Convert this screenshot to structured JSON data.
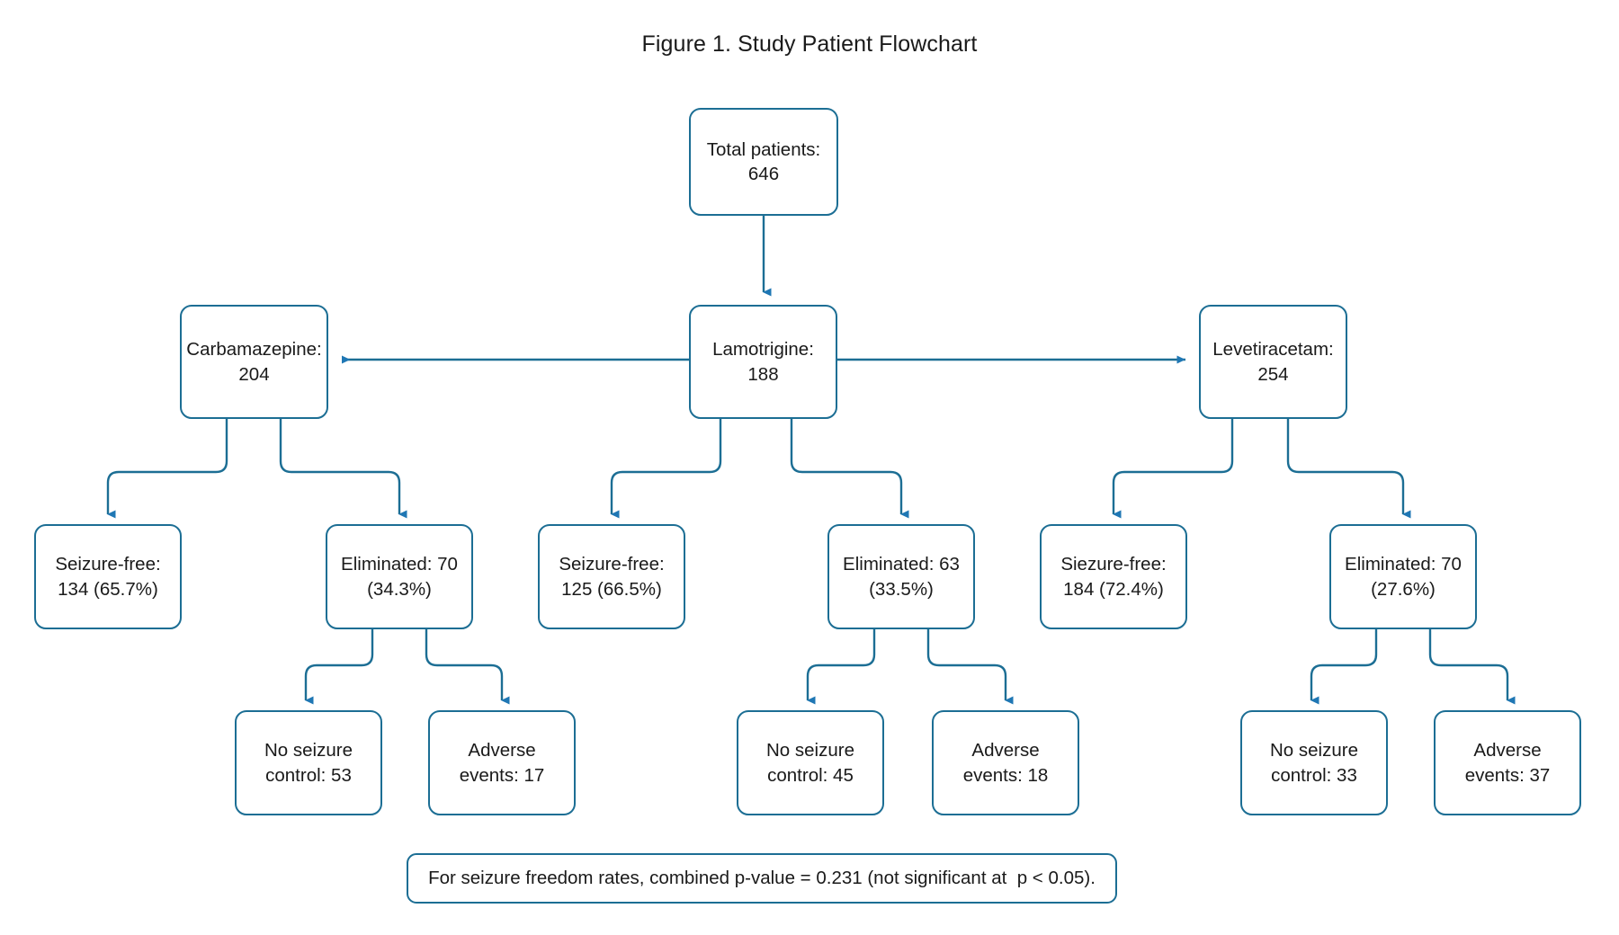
{
  "figure": {
    "title": "Figure 1. Study Patient Flowchart",
    "accent_border_color": "#1c6e94",
    "accent_arrow_color": "#1f77b4",
    "background_color": "#ffffff",
    "text_color": "#1a1a1a"
  },
  "nodes": {
    "root": {
      "label": "Total patients:\n646",
      "line1": "Total patients:",
      "line2": "646",
      "count": 646
    },
    "arm_carbamazepine": {
      "label": "Carbamazepine:\n204",
      "drug": "Carbamazepine",
      "count": 204
    },
    "arm_lamotrigine": {
      "label": "Lamotrigine:\n188",
      "drug": "Lamotrigine",
      "count": 188
    },
    "arm_levetiracetam": {
      "label": "Levetiracetam:\n254",
      "drug": "Levetiracetam",
      "count": 254
    },
    "cbz_seizure_free": {
      "label": "Seizure-free:\n134 (65.7%)",
      "count": 134,
      "percent": "65.7%"
    },
    "cbz_eliminated": {
      "label": "Eliminated: 70\n(34.3%)",
      "count": 70,
      "percent": "34.3%"
    },
    "ltg_seizure_free": {
      "label": "Seizure-free:\n125 (66.5%)",
      "count": 125,
      "percent": "66.5%"
    },
    "ltg_eliminated": {
      "label": "Eliminated: 63\n(33.5%)",
      "count": 63,
      "percent": "33.5%"
    },
    "lev_seizure_free": {
      "label": "Siezure-free:\n184 (72.4%)",
      "count": 184,
      "percent": "72.4%"
    },
    "lev_eliminated": {
      "label": "Eliminated: 70\n(27.6%)",
      "count": 70,
      "percent": "27.6%"
    },
    "cbz_no_control": {
      "label": "No seizure\ncontrol: 53",
      "count": 53
    },
    "cbz_adverse": {
      "label": "Adverse\nevents: 17",
      "count": 17
    },
    "ltg_no_control": {
      "label": "No seizure\ncontrol: 45",
      "count": 45
    },
    "ltg_adverse": {
      "label": "Adverse\nevents: 18",
      "count": 18
    },
    "lev_no_control": {
      "label": "No seizure\ncontrol: 33",
      "count": 33
    },
    "lev_adverse": {
      "label": "Adverse\nevents: 37",
      "count": 37
    }
  },
  "footnote": {
    "text": "For seizure freedom rates, combined p-value = 0.231 (not significant at  p < 0.05).",
    "p_value": 0.231,
    "threshold": "p < 0.05",
    "significant": false
  },
  "chart_data": {
    "type": "diagram",
    "title": "Figure 1. Study Patient Flowchart",
    "total_patients": 646,
    "arms": [
      {
        "drug": "Carbamazepine",
        "n": 204,
        "seizure_free": 134,
        "seizure_free_pct": 65.7,
        "eliminated": 70,
        "eliminated_pct": 34.3,
        "no_seizure_control": 53,
        "adverse_events": 17
      },
      {
        "drug": "Lamotrigine",
        "n": 188,
        "seizure_free": 125,
        "seizure_free_pct": 66.5,
        "eliminated": 63,
        "eliminated_pct": 33.5,
        "no_seizure_control": 45,
        "adverse_events": 18
      },
      {
        "drug": "Levetiracetam",
        "n": 254,
        "seizure_free": 184,
        "seizure_free_pct": 72.4,
        "eliminated": 70,
        "eliminated_pct": 27.6,
        "no_seizure_control": 33,
        "adverse_events": 37
      }
    ],
    "combined_p_value": 0.231,
    "significance_threshold": 0.05
  }
}
